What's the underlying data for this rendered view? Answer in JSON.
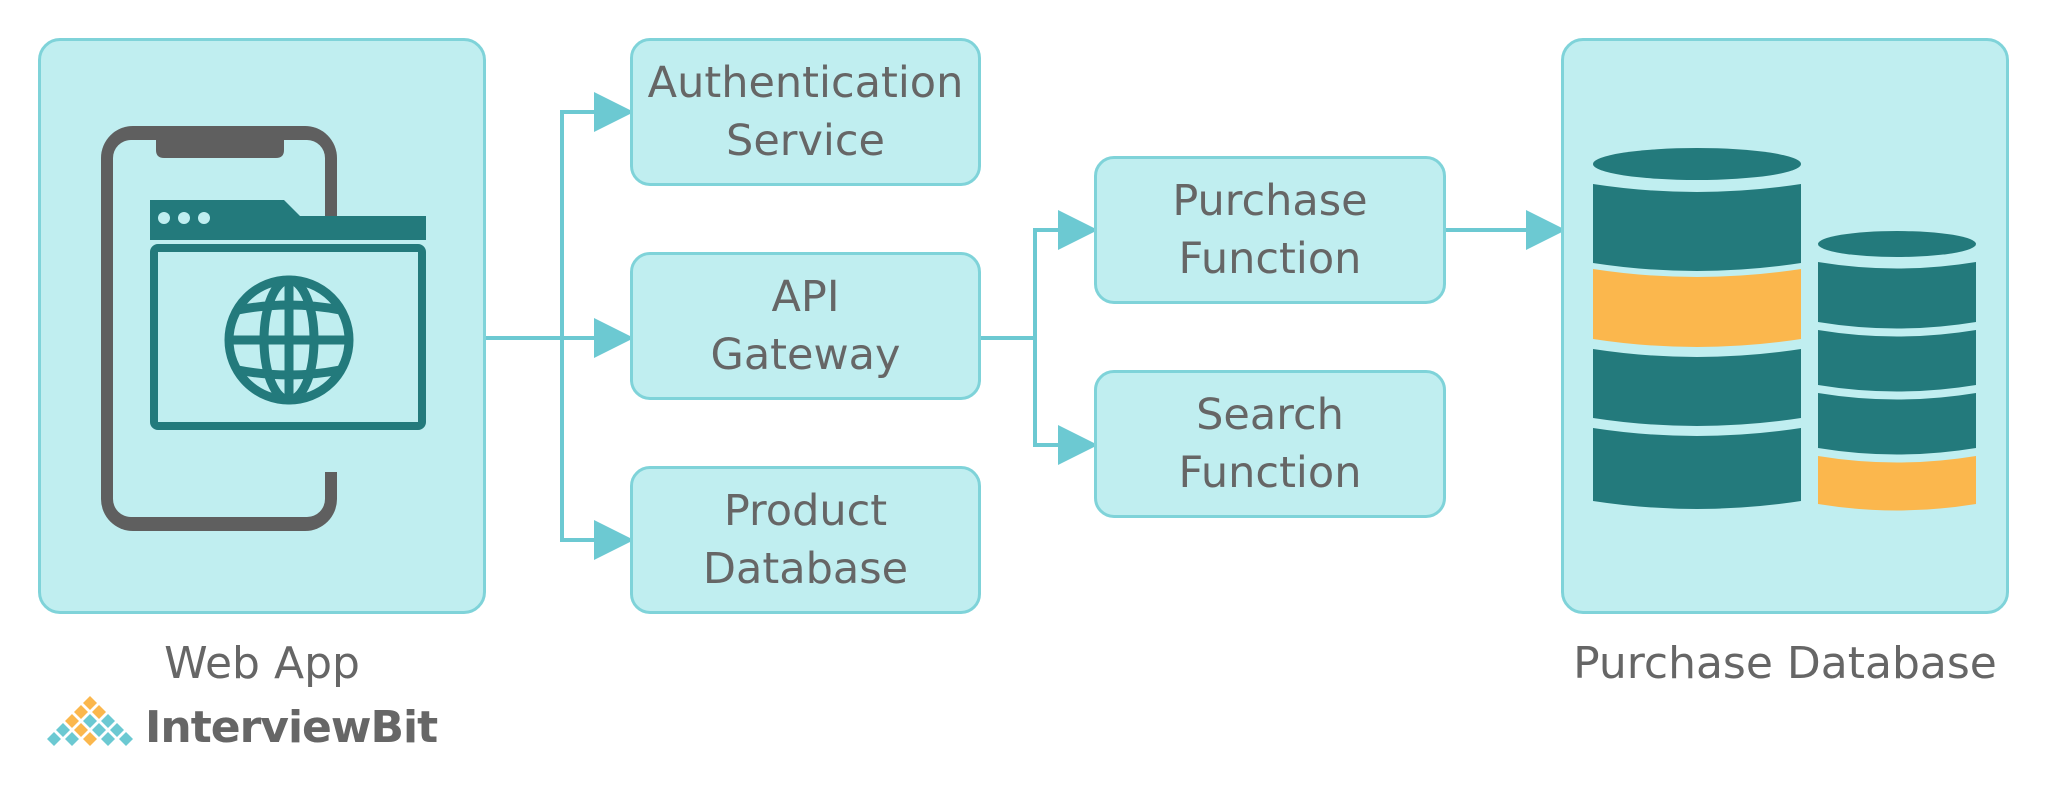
{
  "diagram": {
    "web_app": {
      "caption": "Web App"
    },
    "purchase_db": {
      "caption": "Purchase Database"
    },
    "boxes": {
      "auth": {
        "line1": "Authentication",
        "line2": "Service"
      },
      "api": {
        "line1": "API",
        "line2": "Gateway"
      },
      "product": {
        "line1": "Product",
        "line2": "Database"
      },
      "purchase_fn": {
        "line1": "Purchase",
        "line2": "Function"
      },
      "search_fn": {
        "line1": "Search",
        "line2": "Function"
      }
    }
  },
  "branding": {
    "logo_text": "InterviewBit"
  },
  "colors": {
    "panel_fill": "#c0eef0",
    "panel_border": "#7fd3d9",
    "connector": "#6cc9d2",
    "teal_dark": "#237a7c",
    "accent_orange": "#fbb74d",
    "phone_gray": "#5f5f5f",
    "text_gray": "#666666"
  },
  "icons": {
    "web_app": "phone-browser-globe-icon",
    "database": "database-stack-icon",
    "logo": "interviewbit-logo-icon"
  }
}
